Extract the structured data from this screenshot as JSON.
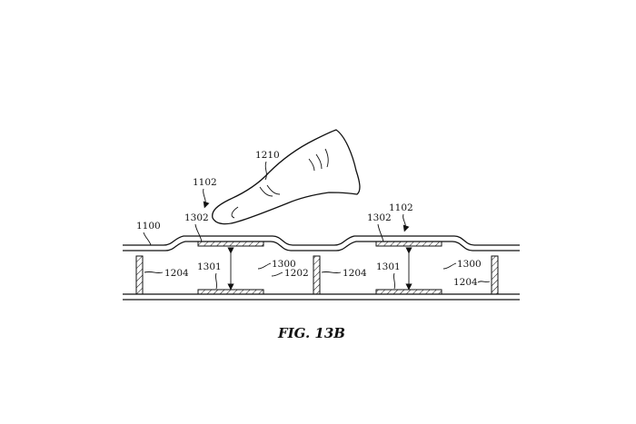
{
  "figure": {
    "caption": "FIG. 13B",
    "labels": {
      "l1210": "1210",
      "l1102a": "1102",
      "l1102b": "1102",
      "l1100": "1100",
      "l1302a": "1302",
      "l1302b": "1302",
      "l1301a": "1301",
      "l1301b": "1301",
      "l1300a": "1300",
      "l1300b": "1300",
      "l1202": "1202",
      "l1204a": "1204",
      "l1204b": "1204",
      "l1204c": "1204"
    }
  }
}
